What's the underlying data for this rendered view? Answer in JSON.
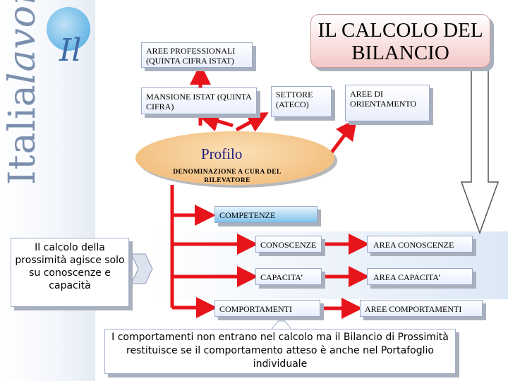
{
  "logo": {
    "word_regular": "Italia",
    "word_italic": "lavoro",
    "mark": "Il"
  },
  "title": "IL CALCOLO DEL BILANCIO",
  "boxes": {
    "aree_professionali": "AREE PROFESSIONALI (QUINTA CIFRA ISTAT)",
    "mansione": "MANSIONE ISTAT (QUINTA CIFRA)",
    "settore": "SETTORE (ATECO)",
    "aree_orientamento": "AREE DI ORIENTAMENTO",
    "competenze": "COMPETENZE",
    "conoscenze": "CONOSCENZE",
    "area_conoscenze": "AREA CONOSCENZE",
    "capacita": "CAPACITA’",
    "area_capacita": "AREA CAPACITA’",
    "comportamenti": "COMPORTAMENTI",
    "aree_comportamenti": "AREE COMPORTAMENTI"
  },
  "profile": {
    "title": "Profilo",
    "subtitle": "DENOMINAZIONE A CURA DEL RILEVATORE"
  },
  "notes": {
    "left": "Il calcolo della prossimità agisce solo su conoscenze e capacità",
    "bottom": "I comportamenti non entrano nel calcolo ma il Bilancio di Prossimità restituisce se il comportamento atteso è anche nel Portafoglio individuale"
  },
  "colors": {
    "arrow": "#e8141b",
    "profile": "#f0b56c",
    "title_box": "#f4c8c8"
  }
}
